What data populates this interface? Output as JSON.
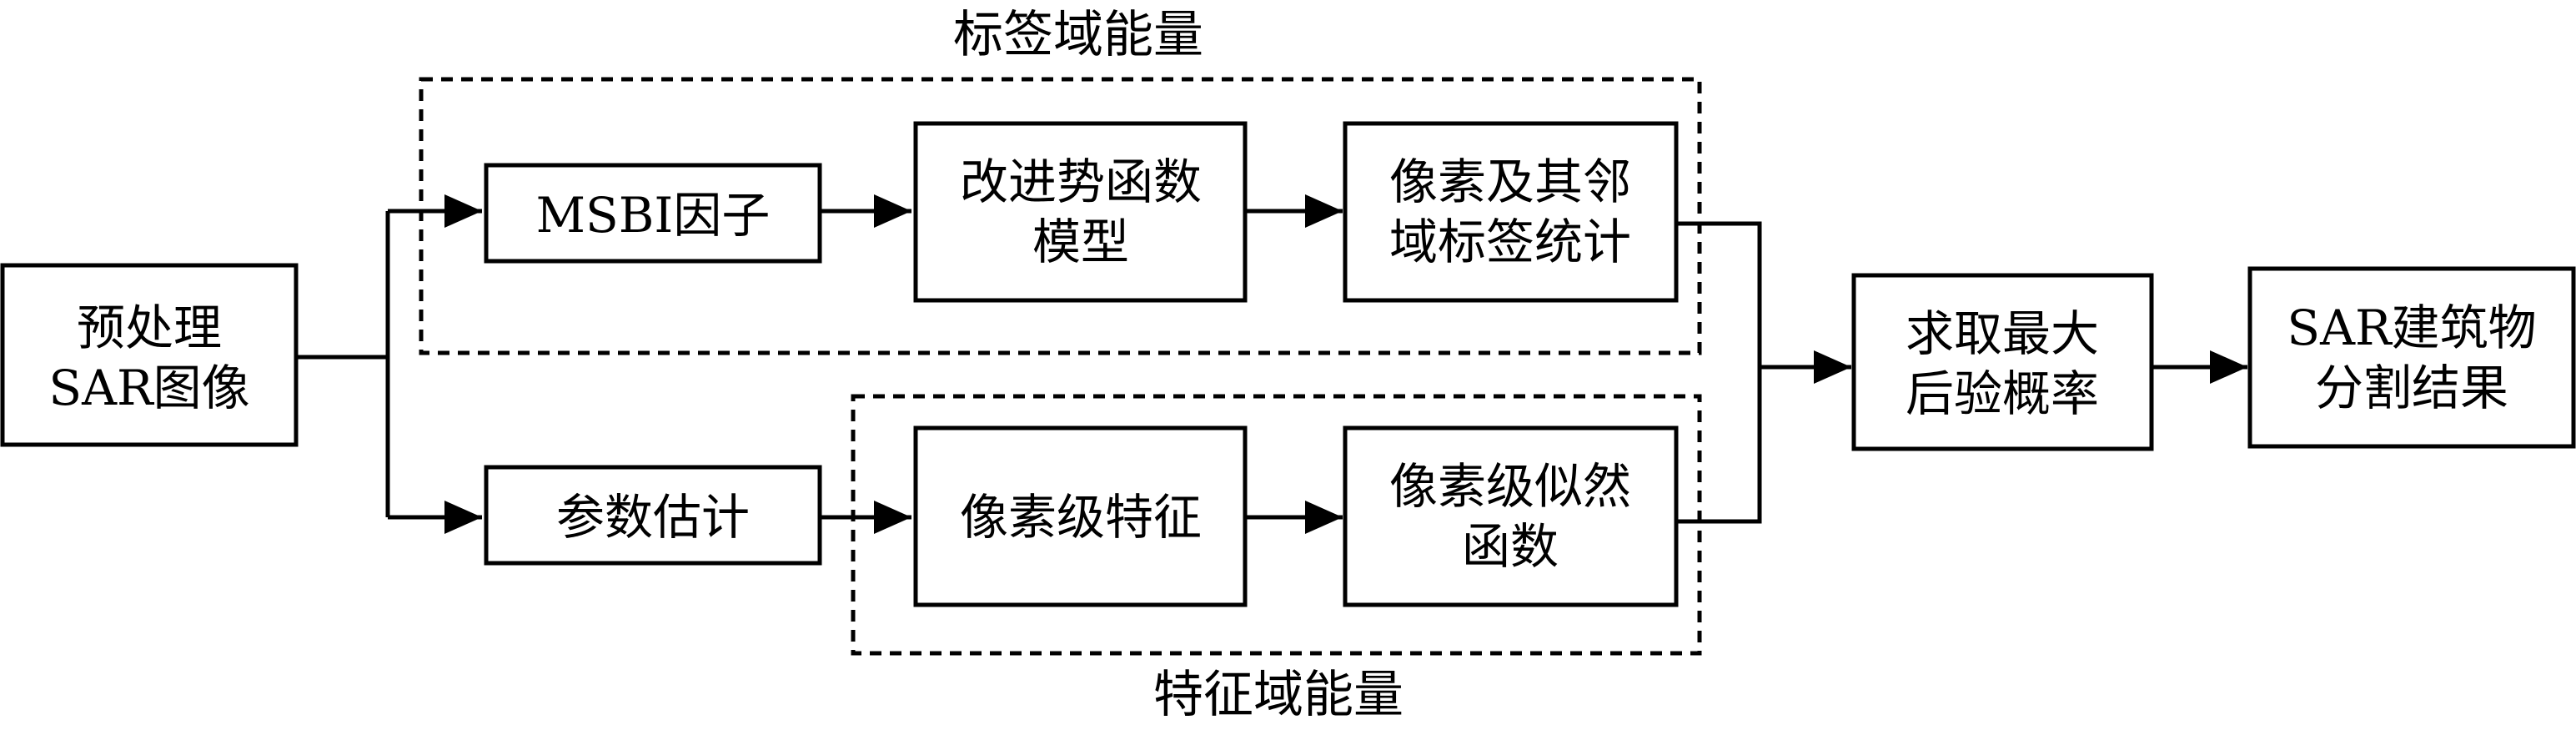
{
  "nodes": {
    "preprocess": [
      "预处理",
      "SAR图像"
    ],
    "msbi": [
      "MSBI因子"
    ],
    "improved_potential": [
      "改进势函数",
      "模型"
    ],
    "neighborhood_stats": [
      "像素及其邻",
      "域标签统计"
    ],
    "param_estimation": [
      "参数估计"
    ],
    "pixel_features": [
      "像素级特征"
    ],
    "likelihood": [
      "像素级似然",
      "函数"
    ],
    "max_posterior": [
      "求取最大",
      "后验概率"
    ],
    "result": [
      "SAR建筑物",
      "分割结果"
    ]
  },
  "regions": {
    "label_energy": "标签域能量",
    "feature_energy": "特征域能量"
  },
  "colors": {
    "stroke": "#000000",
    "fill": "#ffffff"
  }
}
